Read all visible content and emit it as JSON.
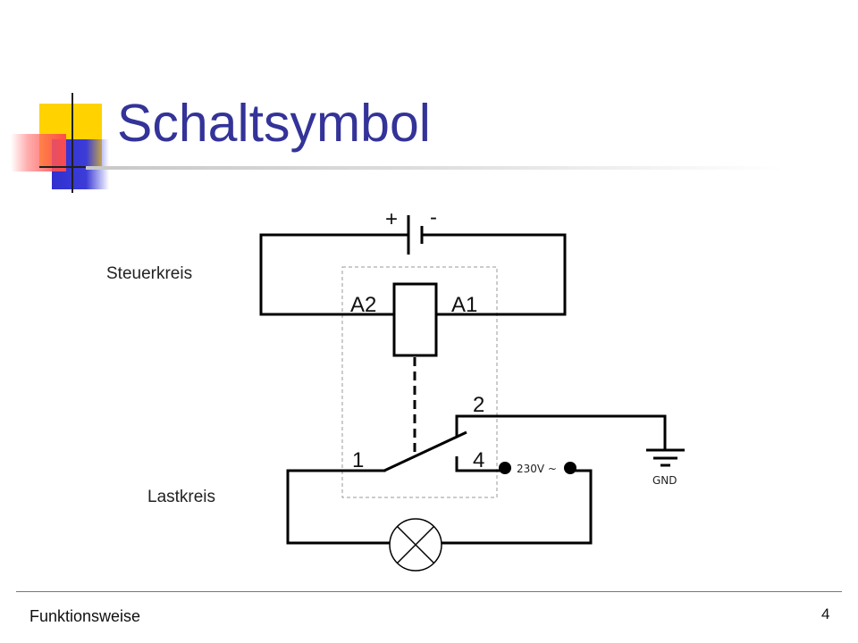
{
  "slide": {
    "title": "Schaltsymbol",
    "footer": "Funktionsweise",
    "page_number": "4"
  },
  "labels": {
    "control_circuit": "Steuerkreis",
    "load_circuit": "Lastkreis"
  },
  "circuit": {
    "battery_plus": "+",
    "battery_minus": "-",
    "coil_terminal_left": "A2",
    "coil_terminal_right": "A1",
    "contact_common": "1",
    "contact_nc": "2",
    "contact_no": "4",
    "supply_label": "230V ~",
    "ground_label": "GND"
  },
  "colors": {
    "title": "#333399",
    "ornament_yellow": "#ffd200",
    "ornament_blue": "#3030d0",
    "ornament_red": "#ff4a4a"
  }
}
